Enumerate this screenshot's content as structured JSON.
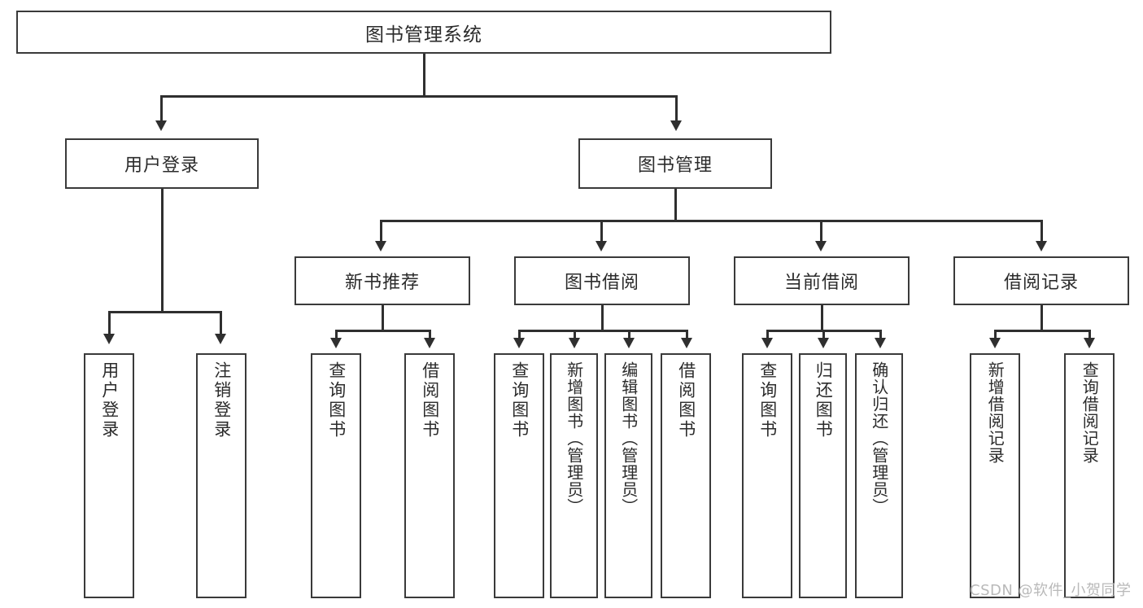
{
  "diagram": {
    "type": "tree",
    "title": "图书管理系统",
    "root": {
      "label": "图书管理系统"
    },
    "level1": [
      {
        "label": "用户登录"
      },
      {
        "label": "图书管理"
      }
    ],
    "level2": [
      {
        "label": "新书推荐"
      },
      {
        "label": "图书借阅"
      },
      {
        "label": "当前借阅"
      },
      {
        "label": "借阅记录"
      }
    ],
    "leaves": {
      "user_login": [
        {
          "label": "用户登录"
        },
        {
          "label": "注销登录"
        }
      ],
      "new_book_recommend": [
        {
          "label": "查询图书"
        },
        {
          "label": "借阅图书"
        }
      ],
      "book_borrow": [
        {
          "label": "查询图书"
        },
        {
          "label": "新增图书（管理员）"
        },
        {
          "label": "编辑图书（管理员）"
        },
        {
          "label": "借阅图书"
        }
      ],
      "current_borrow": [
        {
          "label": "查询图书"
        },
        {
          "label": "归还图书"
        },
        {
          "label": "确认归还（管理员）"
        }
      ],
      "borrow_record": [
        {
          "label": "新增借阅记录"
        },
        {
          "label": "查询借阅记录"
        }
      ]
    }
  },
  "watermark": {
    "text": "CSDN @软件_小贺同学"
  },
  "colors": {
    "stroke": "#3a3a3a",
    "connector": "#2f2f2f",
    "background": "#ffffff",
    "text": "#2b2b2b",
    "watermark": "#b9b9b9"
  }
}
